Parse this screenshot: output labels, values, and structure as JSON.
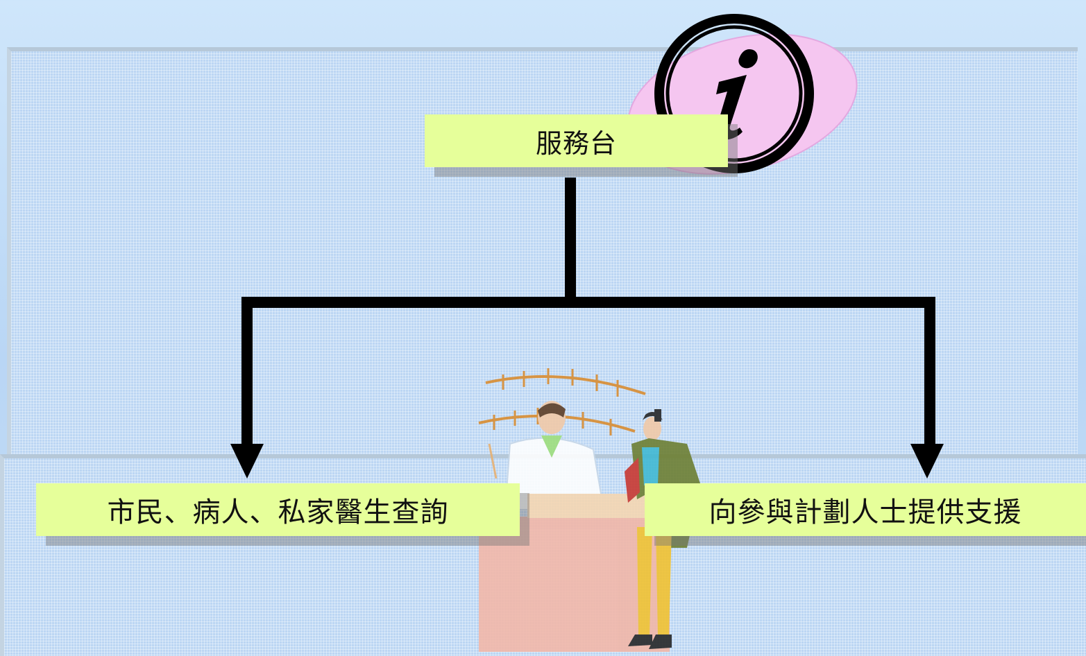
{
  "diagram": {
    "root": {
      "label": "服務台"
    },
    "children": [
      {
        "label": "市民、病人、私家醫生查詢"
      },
      {
        "label": "向參與計劃人士提供支援"
      }
    ]
  },
  "icons": {
    "info": "information-icon",
    "clipart": "service-desk-clipart"
  },
  "colors": {
    "box_fill": "#e6ff9a",
    "connector": "#000000",
    "info_bubble": "#f2c7ef",
    "background": "#bcd6f3"
  }
}
